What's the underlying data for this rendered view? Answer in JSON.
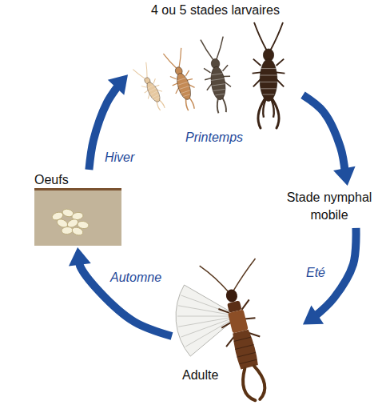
{
  "diagram": {
    "nodes": [
      {
        "text": [
          "4 ou 5 stades larvaires"
        ]
      },
      {
        "text": [
          "Stade nymphal mobile"
        ]
      },
      {
        "text": [
          "Adulte"
        ]
      },
      {
        "text": [
          "Oeufs"
        ]
      }
    ],
    "edges": [
      {
        "from": 0,
        "to": 1,
        "arrow": "to"
      },
      {
        "from": 1,
        "to": 2,
        "arrow": "to",
        "label": "Eté"
      },
      {
        "from": 2,
        "to": 3,
        "arrow": "to",
        "label": "Automne"
      },
      {
        "from": 3,
        "to": 0,
        "arrow": "to",
        "label": "Hiver"
      }
    ],
    "labels": [
      "Printemps"
    ]
  }
}
